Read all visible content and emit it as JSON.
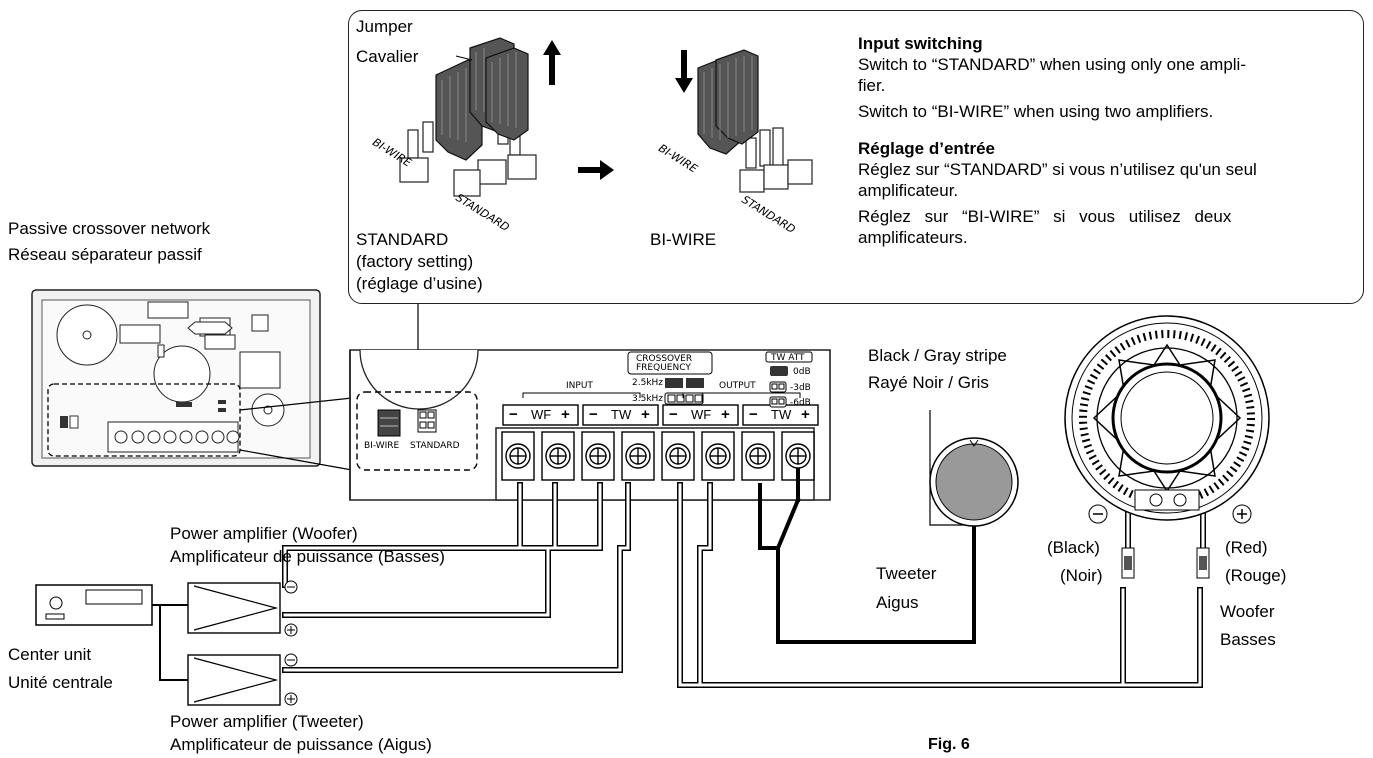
{
  "jumper": {
    "label_en": "Jumper",
    "label_fr": "Cavalier",
    "bi_wire_small": "BI-WIRE",
    "standard_small": "STANDARD",
    "standard_en": "STANDARD",
    "standard_note_en": "(factory setting)",
    "standard_note_fr": "(réglage d’usine)",
    "bi_wire_label": "BI-WIRE"
  },
  "input_switching": {
    "heading_en": "Input switching",
    "line1_en": "Switch to “STANDARD” when using only one ampli-",
    "line1b_en": "fier.",
    "line2_en": "Switch to “BI-WIRE” when using two amplifiers.",
    "heading_fr": "Réglage d’entrée",
    "line1_fr": "Réglez sur “STANDARD” si vous n’utilisez qu'un seul",
    "line1b_fr": "amplificateur.",
    "line2_fr": "Réglez sur “BI-WIRE” si vous utilisez deux",
    "line2b_fr": "amplificateurs."
  },
  "crossover": {
    "label_en": "Passive crossover network",
    "label_fr": "Réseau séparateur passif",
    "crossover_frequency_l1": "CROSSOVER",
    "crossover_frequency_l2": "FREQUENCY",
    "freq_25": "2.5kHz",
    "freq_35": "3.5kHz",
    "tw_att": "TW ATT",
    "att_0": "0dB",
    "att_3": "-3dB",
    "att_6": "-6dB",
    "input": "INPUT",
    "output": "OUTPUT",
    "bi_wire": "BI-WIRE",
    "standard": "STANDARD",
    "terminals": [
      "WF",
      "TW",
      "WF",
      "TW"
    ]
  },
  "tweeter": {
    "wire_en": "Black / Gray stripe",
    "wire_fr": "Rayé Noir / Gris",
    "label_en": "Tweeter",
    "label_fr": "Aigus"
  },
  "woofer": {
    "black_en": "(Black)",
    "black_fr": "(Noir)",
    "red_en": "(Red)",
    "red_fr": "(Rouge)",
    "label_en": "Woofer",
    "label_fr": "Basses"
  },
  "amp_woofer": {
    "label_en": "Power amplifier (Woofer)",
    "label_fr": "Amplificateur de puissance (Basses)"
  },
  "amp_tweeter": {
    "label_en": "Power amplifier (Tweeter)",
    "label_fr": "Amplificateur de puissance (Aigus)"
  },
  "center_unit": {
    "label_en": "Center unit",
    "label_fr": "Unité centrale"
  },
  "figure": {
    "caption": "Fig. 6"
  }
}
